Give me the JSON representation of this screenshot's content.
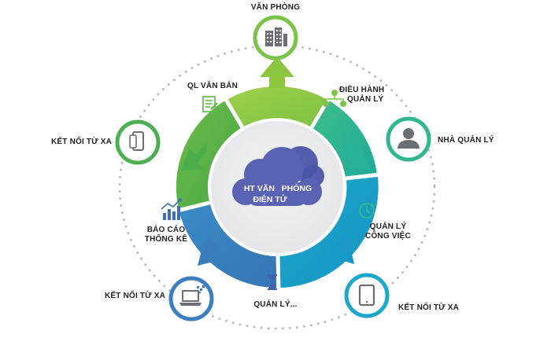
{
  "center": {
    "line1": "HT VĂN   PHÒNG",
    "line2": "ĐIỆN TỬ"
  },
  "nodes": {
    "top": {
      "label": "VĂN PHÒNG",
      "icon": "office-building-icon",
      "color": "#7cc34a"
    },
    "right": {
      "label": "NHÀ QUẢN LÝ",
      "icon": "user-icon",
      "color": "#2fb88f"
    },
    "bottom_right": {
      "label": "KẾT NỐI TỪ XA",
      "icon": "tablet-icon",
      "color": "#1ea7cc"
    },
    "bottom_left": {
      "label": "KẾT NỐI TỪ XA",
      "icon": "laptop-icon",
      "color": "#3c7fc0"
    },
    "left": {
      "label": "KẾT NỐI TỪ XA",
      "icon": "mobile-phone-icon",
      "color": "#4caf50"
    }
  },
  "features": {
    "ql_van_ban": {
      "label": "QL VĂN BẢN",
      "icon": "document-icon"
    },
    "dieu_hanh": {
      "line1": "ĐIỀU HÀNH",
      "line2": "QUẢN LÝ",
      "icon": "org-chart-icon"
    },
    "quan_ly_cong_viec": {
      "line1": "QUẢN LÝ",
      "line2": "CÔNG VIỆC",
      "icon": "clock-icon"
    },
    "quan_ly": {
      "label": "QUẢN LÝ...",
      "icon": "hourglass-icon"
    },
    "bao_cao": {
      "line1": "BÁO CÁO",
      "line2": "THỐNG KÊ",
      "icon": "bar-chart-icon"
    }
  },
  "colors": {
    "green_light": "#8dc63f",
    "green": "#5cb946",
    "teal": "#2fb88f",
    "cyan": "#1ba6cf",
    "blue": "#3e82c4",
    "cloud": "#4a53a6",
    "center_bg": "#eceef0"
  }
}
